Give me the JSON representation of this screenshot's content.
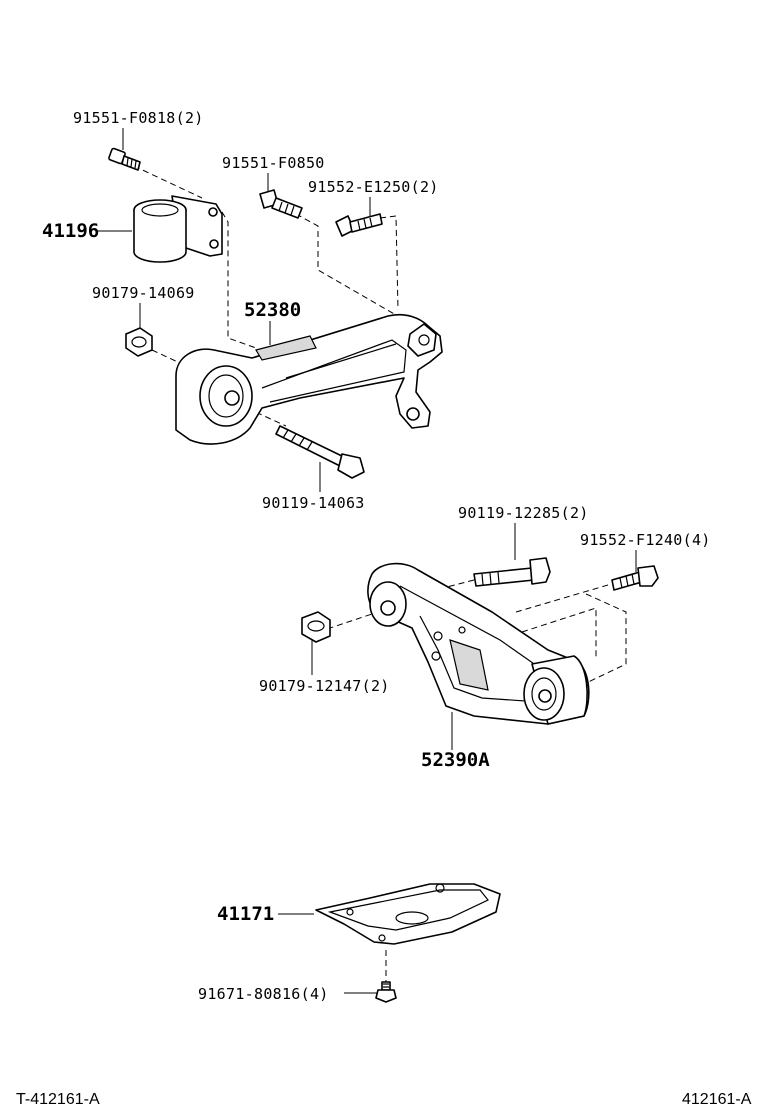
{
  "callouts": {
    "c1": "91551-F0818(2)",
    "c2": "91551-F0850",
    "c3": "91552-E1250(2)",
    "c4": "41196",
    "c5": "90179-14069",
    "c6": "52380",
    "c7": "90119-14063",
    "c8": "90119-12285(2)",
    "c9": "91552-F1240(4)",
    "c10": "90179-12147(2)",
    "c11": "52390A",
    "c12": "41171",
    "c13": "91671-80816(4)"
  },
  "footer": {
    "left": "T-412161-A",
    "right": "412161-A"
  }
}
